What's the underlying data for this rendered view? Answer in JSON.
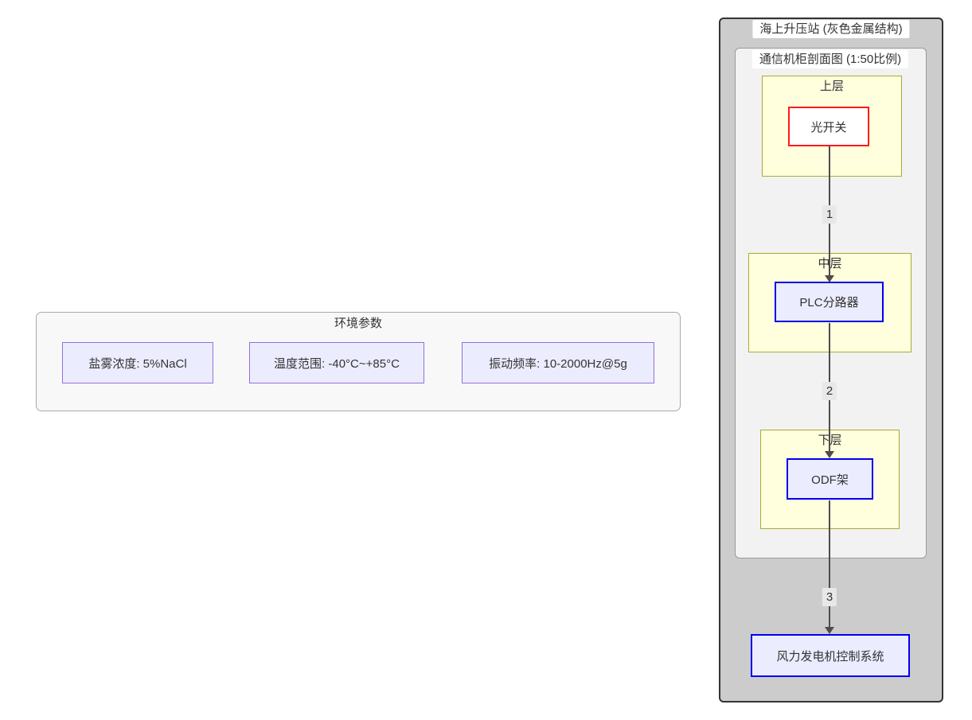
{
  "env_panel": {
    "title": "环境参数",
    "items": [
      {
        "label": "盐雾浓度: 5%NaCl"
      },
      {
        "label": "温度范围: -40°C~+85°C"
      },
      {
        "label": "振动频率: 10-2000Hz@5g"
      }
    ]
  },
  "station": {
    "title": "海上升压站 (灰色金属结构)",
    "cabinet": {
      "title": "通信机柜剖面图 (1:50比例)",
      "layers": [
        {
          "title": "上层",
          "node": {
            "label": "光开关",
            "border": "#ff1a1a"
          }
        },
        {
          "title": "中层",
          "node": {
            "label": "PLC分路器",
            "border": "#0000ee"
          }
        },
        {
          "title": "下层",
          "node": {
            "label": "ODF架",
            "border": "#0000ee"
          }
        }
      ]
    },
    "edges": [
      {
        "label": "1"
      },
      {
        "label": "2"
      },
      {
        "label": "3"
      }
    ],
    "control_node": {
      "label": "风力发电机控制系统",
      "border": "#0000ee"
    }
  },
  "colors": {
    "station_fill": "#cccccc",
    "station_border": "#333333",
    "cabinet_fill": "#f2f2f2",
    "layer_fill": "#ffffde",
    "layer_border": "#aaaa33",
    "node_fill": "#ececff",
    "node_border_blue": "#0000ee",
    "node_border_red": "#ff1a1a",
    "env_box_border": "#9370db",
    "edge_color": "#4d4d4d",
    "edge_label_bg": "#e8e8e8",
    "text": "#333333"
  }
}
